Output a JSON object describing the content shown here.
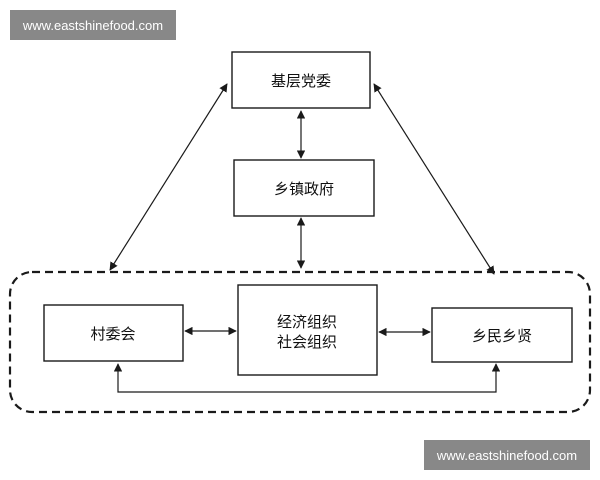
{
  "watermarks": {
    "top": "www.eastshinefood.com",
    "bottom": "www.eastshinefood.com"
  },
  "nodes": {
    "party": "基层党委",
    "government": "乡镇政府",
    "village_committee": "村委会",
    "org_line1": "经济组织",
    "org_line2": "社会组织",
    "villagers": "乡民乡贤"
  },
  "colors": {
    "line": "#1a1a1a",
    "watermark_bg": "#888888",
    "watermark_text": "#ffffff"
  }
}
